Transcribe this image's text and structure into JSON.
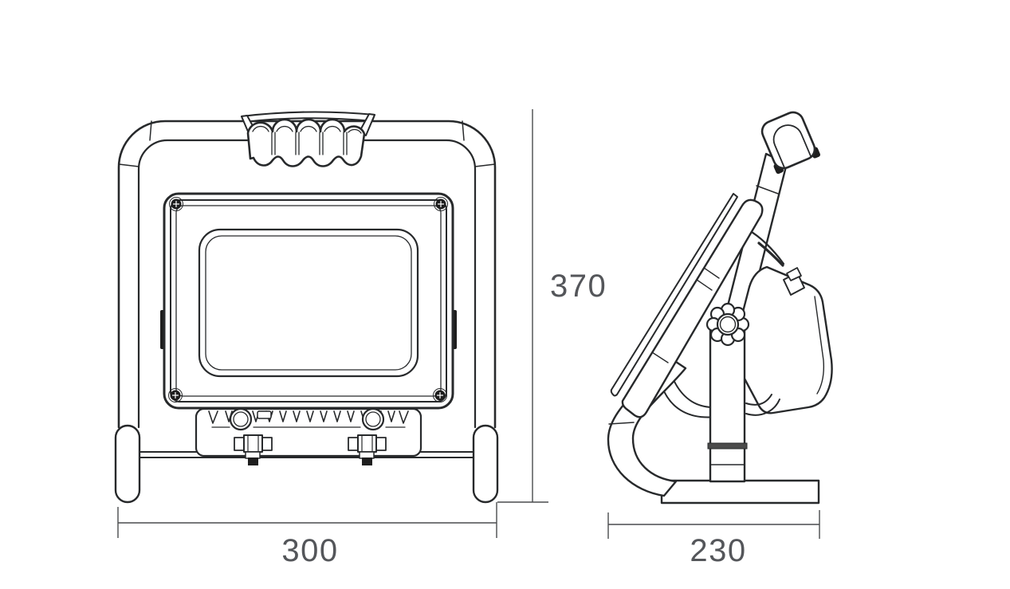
{
  "drawing": {
    "type": "technical-dimension-drawing",
    "subject": "portable LED work light with stand",
    "views": [
      "front",
      "side"
    ]
  },
  "dimensions": {
    "height": {
      "value": "370"
    },
    "width": {
      "value": "300"
    },
    "depth": {
      "value": "230"
    }
  },
  "colors": {
    "background": "#ffffff",
    "line": "#27292b",
    "dimension_line": "#4a4c4e",
    "dimension_text": "#54565a"
  }
}
